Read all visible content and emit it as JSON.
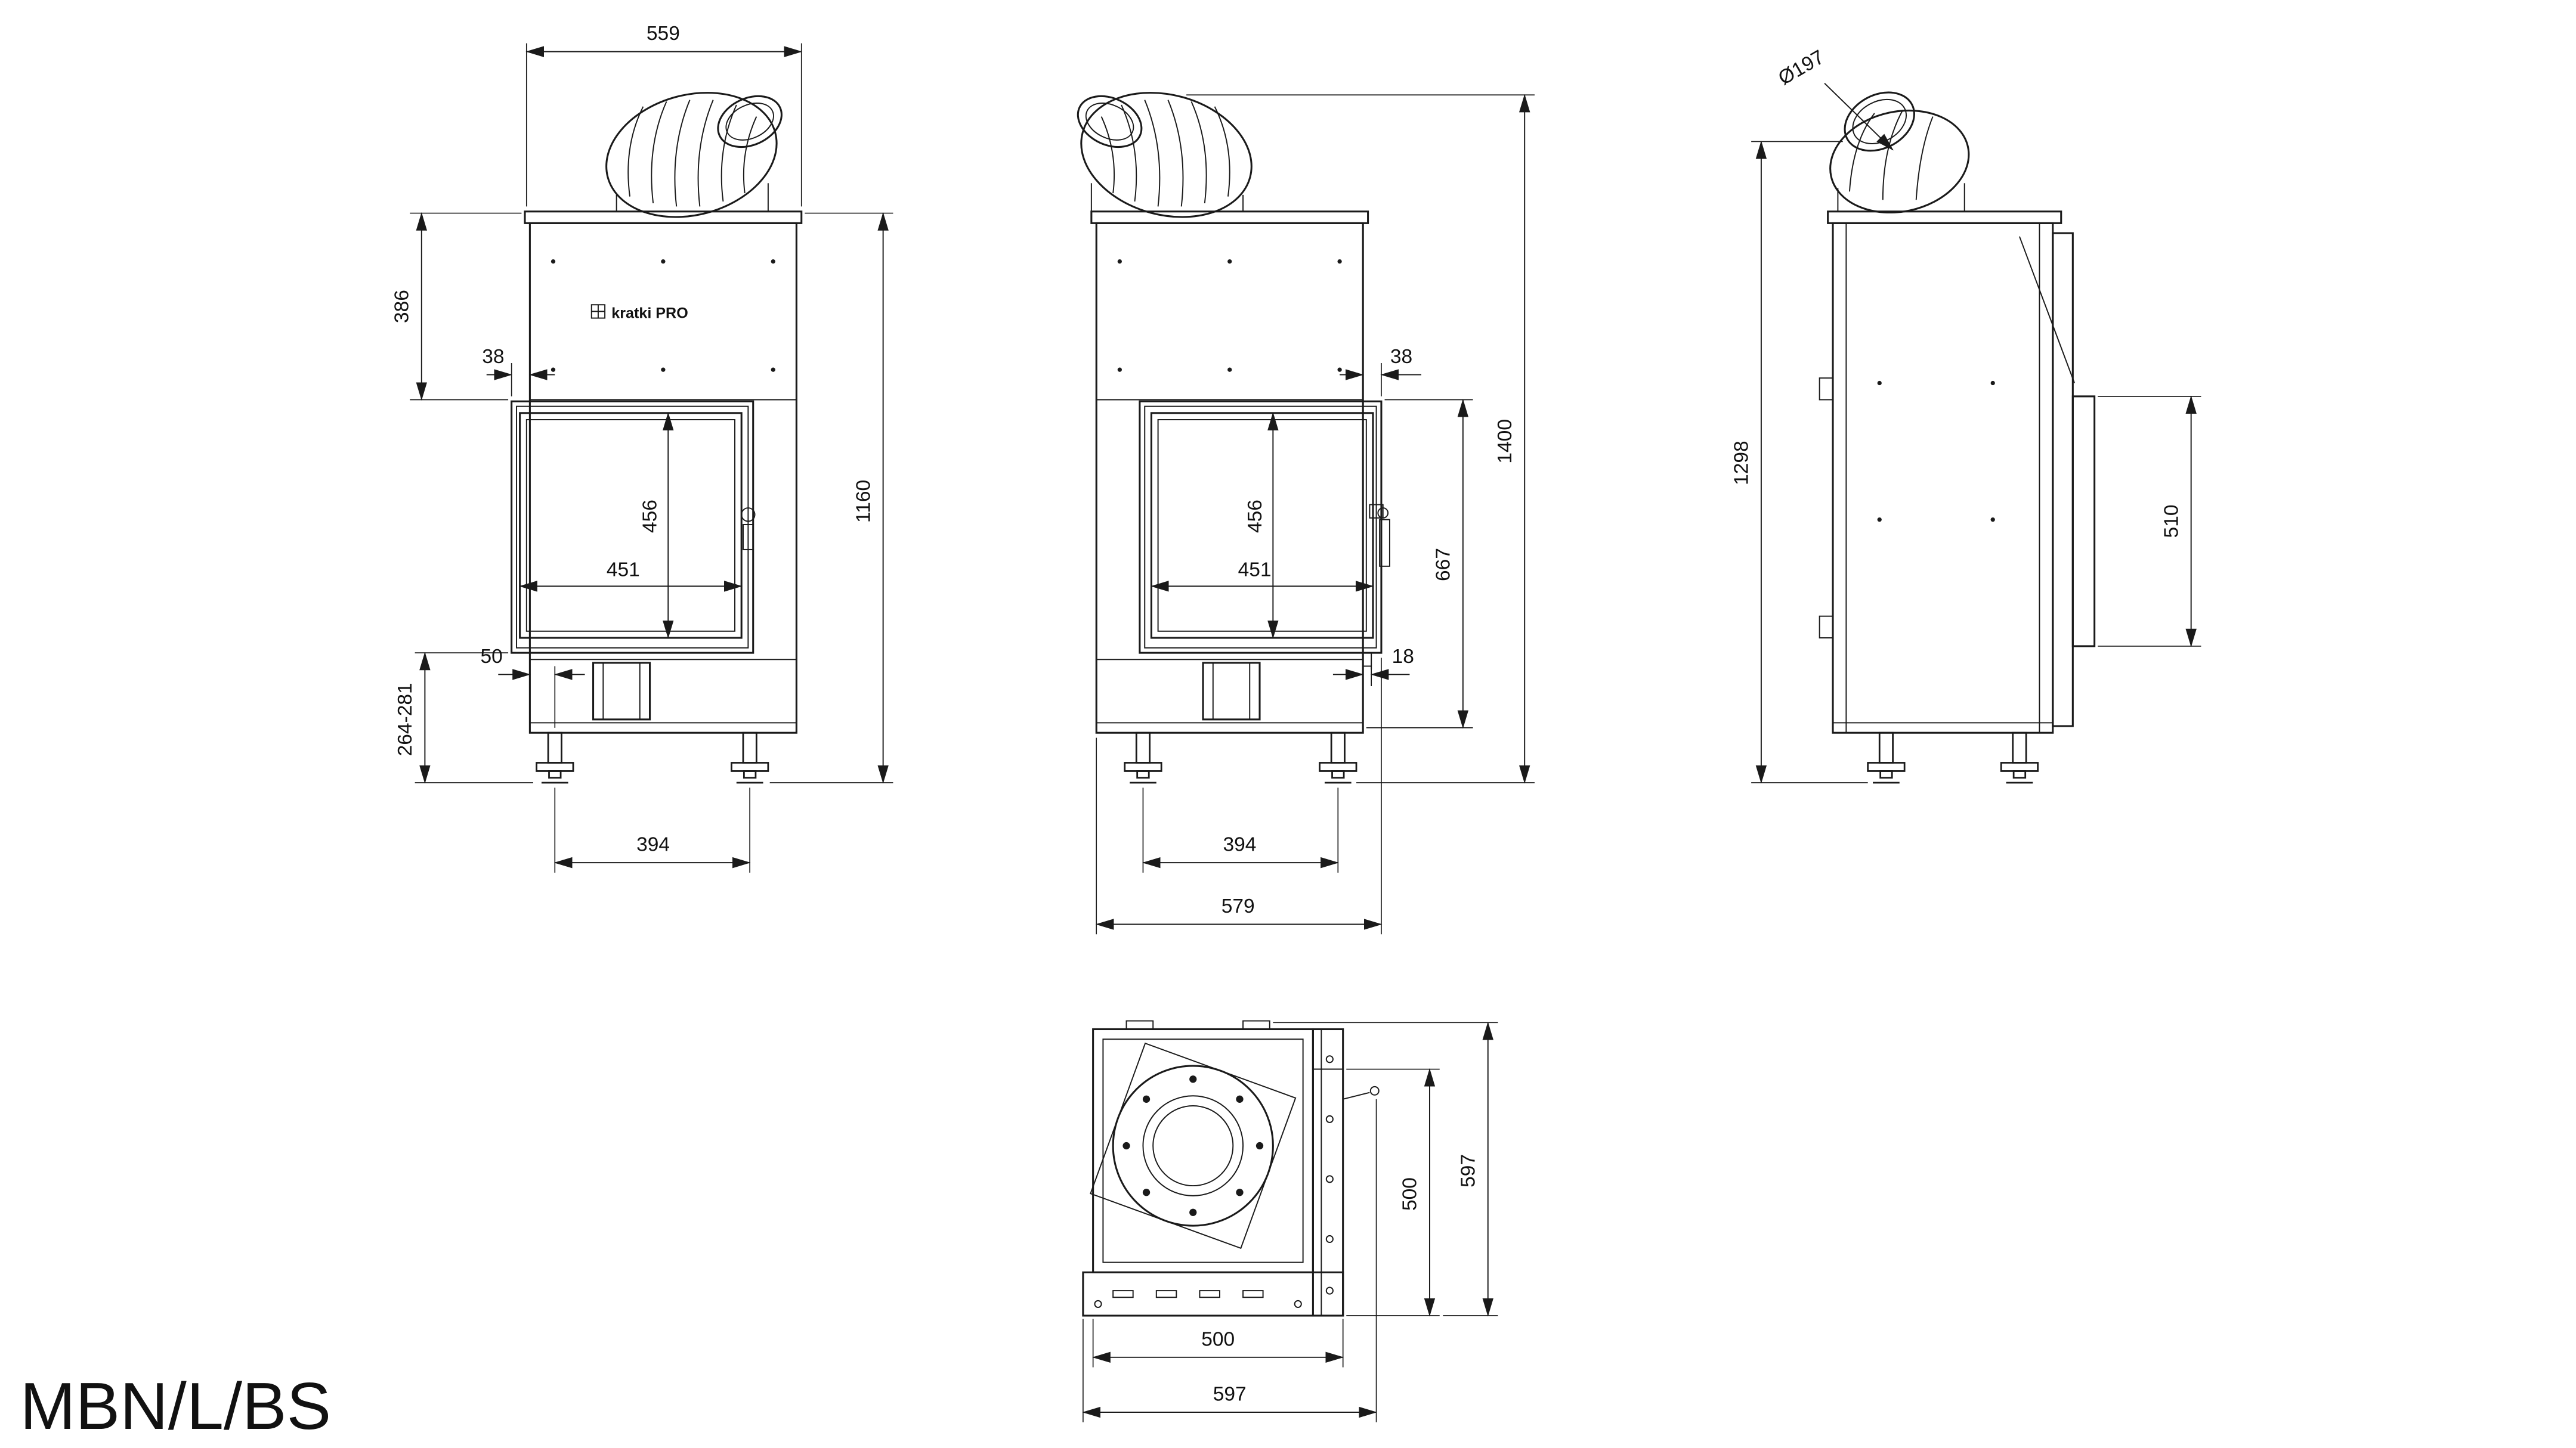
{
  "drawing": {
    "title": "MBN/L/BS",
    "brand": "kratki PRO",
    "views": {
      "front_left": {
        "width": "559",
        "upper_height": "386",
        "door_offset": "38",
        "glass_height": "456",
        "glass_width": "451",
        "body_height": "1160",
        "leg_height": "264-281",
        "leg_offset": "50",
        "leg_spacing": "394"
      },
      "front_right": {
        "door_offset": "38",
        "glass_height": "456",
        "glass_width": "451",
        "firebox_height": "667",
        "total_height": "1400",
        "lip_offset": "18",
        "leg_spacing": "394",
        "total_width": "579"
      },
      "side": {
        "flue_diameter": "Ø197",
        "total_height": "1298",
        "shield_height": "510"
      },
      "top": {
        "inner_depth": "500",
        "total_depth": "597",
        "inner_width": "500",
        "total_width": "597"
      }
    }
  }
}
